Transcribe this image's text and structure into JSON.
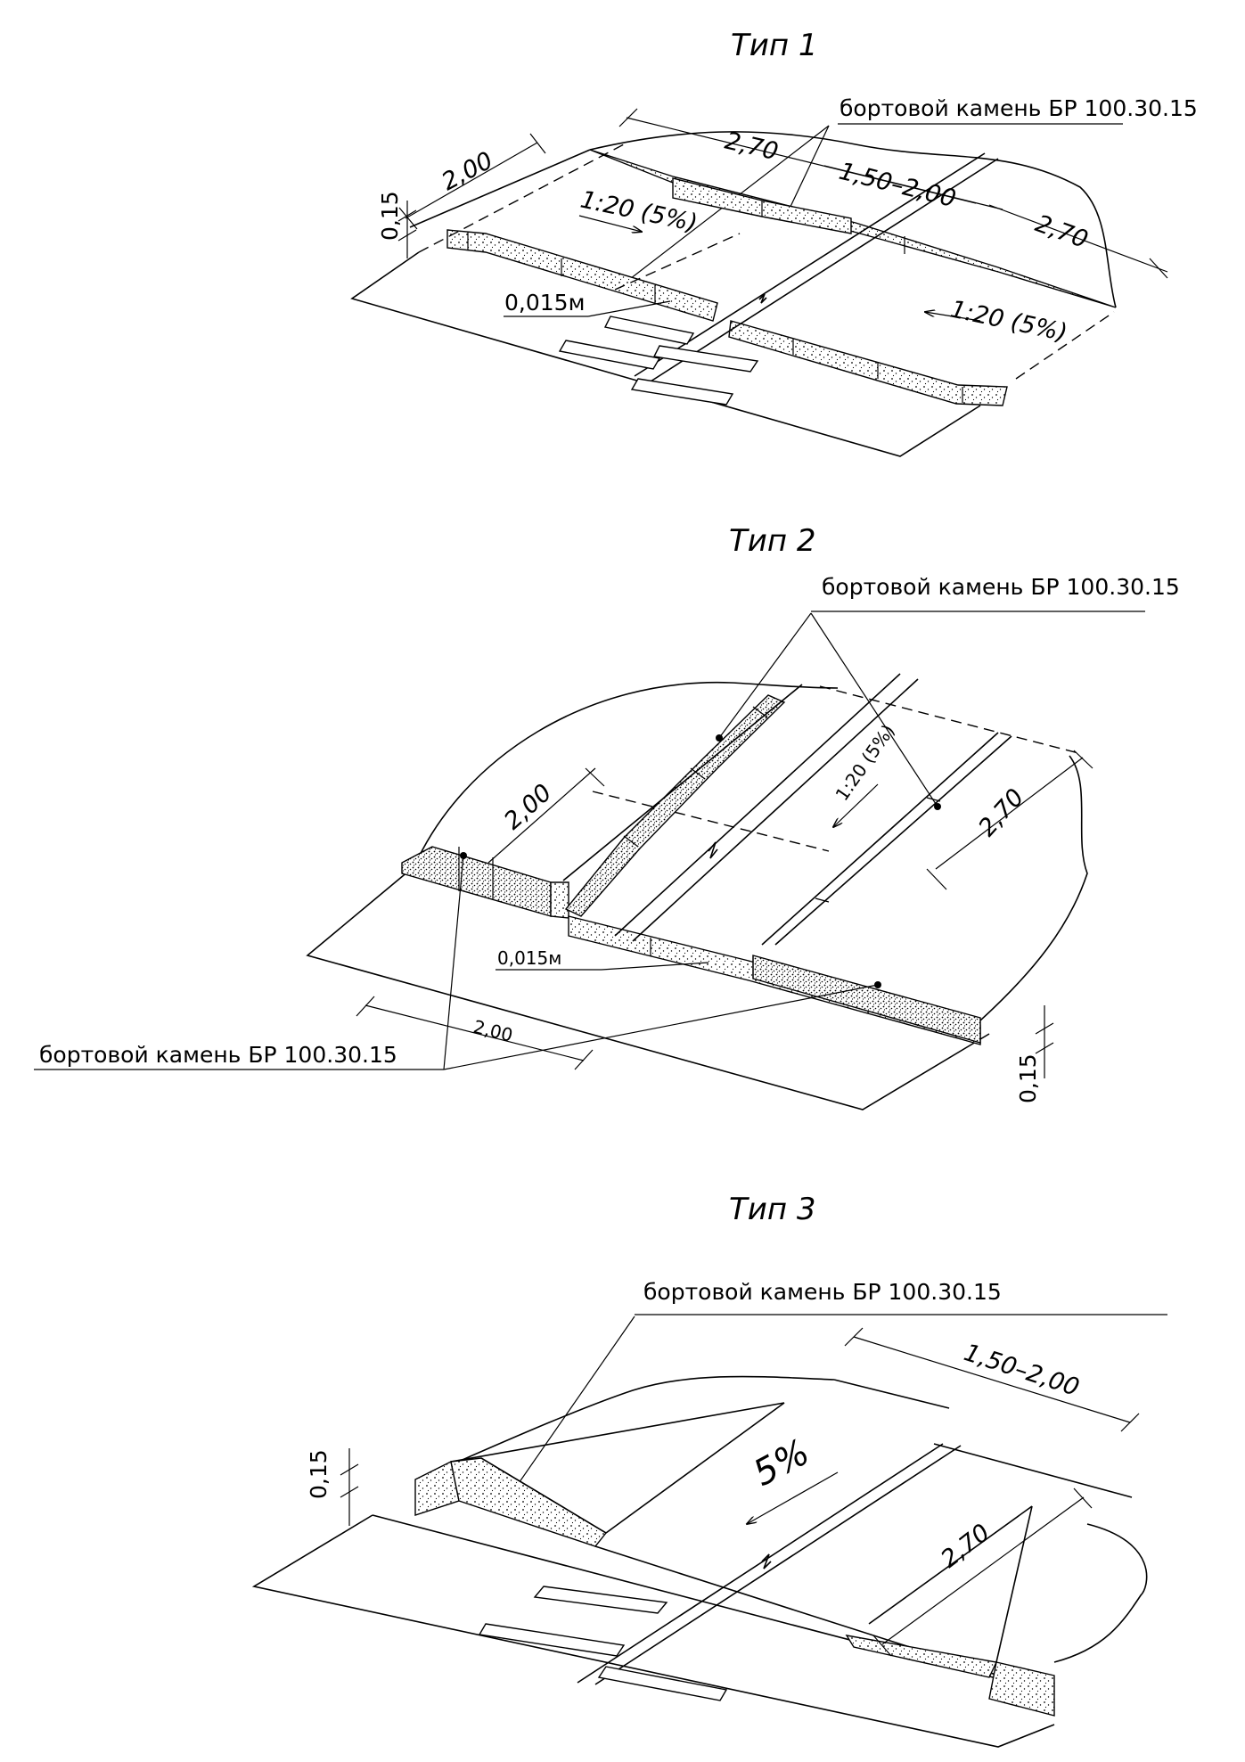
{
  "type1": {
    "title": "Тип 1",
    "callout": "бортовой камень БР 100.30.15",
    "dims": [
      "2,70",
      "2,00",
      "0,15",
      "1,50–2,00",
      "2,70"
    ],
    "slopes": [
      "1:20 (5%)",
      "1:20 (5%)"
    ],
    "gap": "0,015м"
  },
  "type2": {
    "title": "Тип 2",
    "callout_top": "бортовой камень БР 100.30.15",
    "callout_bottom": "бортовой камень БР 100.30.15",
    "dims": [
      "2,00",
      "2,70",
      "2,00",
      "0,15"
    ],
    "slope": "1:20 (5%)",
    "gap": "0,015м"
  },
  "type3": {
    "title": "Тип 3",
    "callout": "бортовой камень БР 100.30.15",
    "dims": [
      "1,50–2,00",
      "0,15",
      "2,70"
    ],
    "slope": "5%"
  }
}
